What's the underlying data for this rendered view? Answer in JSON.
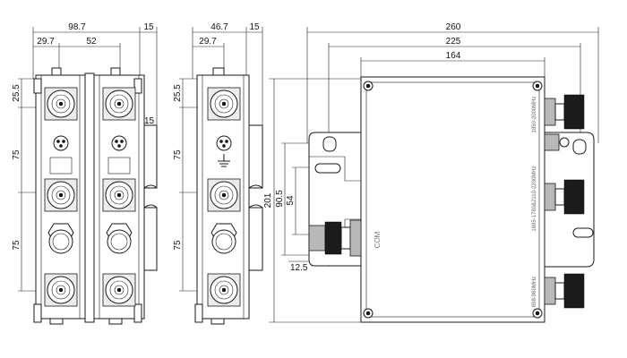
{
  "dimensions": {
    "front_width": "98.7",
    "front_offset": "29.7",
    "front_connector_spacing": "52",
    "front_flange": "15",
    "front_top_height": "25.5",
    "front_pitch_upper": "75",
    "front_pitch_lower": "75",
    "front_side_offset": "15",
    "side_width": "46.7",
    "side_offset": "29.7",
    "side_flange": "15",
    "side_top_height": "25.5",
    "side_pitch_upper": "75",
    "side_pitch_lower": "75",
    "top_total_length": "260",
    "top_hole_spacing": "225",
    "top_body_length": "164",
    "top_body_height": "201",
    "top_bracket_height": "90.5",
    "top_slot_height": "54",
    "top_slot_offset": "12.5"
  },
  "labels": {
    "com": "COM",
    "band_1": "1850-2000MHz",
    "band_2": "1695-1780&2110-2200MHz",
    "band_3": "698-960MHz"
  }
}
